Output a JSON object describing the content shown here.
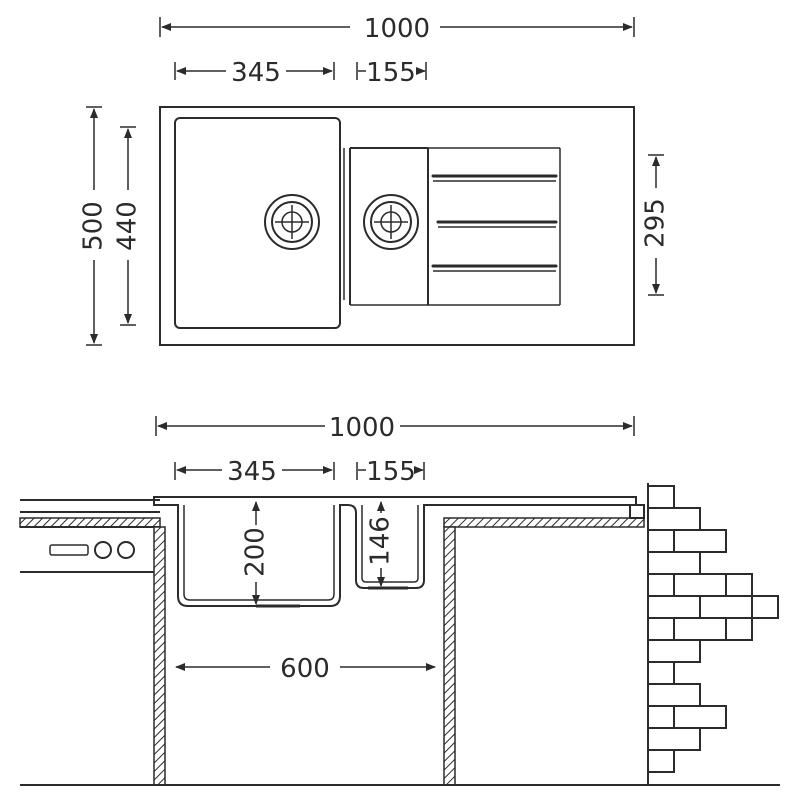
{
  "top_view": {
    "total_width": "1000",
    "bowl_width": "345",
    "small_bowl_width": "155",
    "total_depth": "500",
    "bowl_depth": "440",
    "drainer_depth": "295"
  },
  "side_view": {
    "total_width": "1000",
    "bowl_width": "345",
    "small_bowl_width": "155",
    "bowl_height": "200",
    "small_bowl_height": "146",
    "cabinet_width": "600"
  }
}
